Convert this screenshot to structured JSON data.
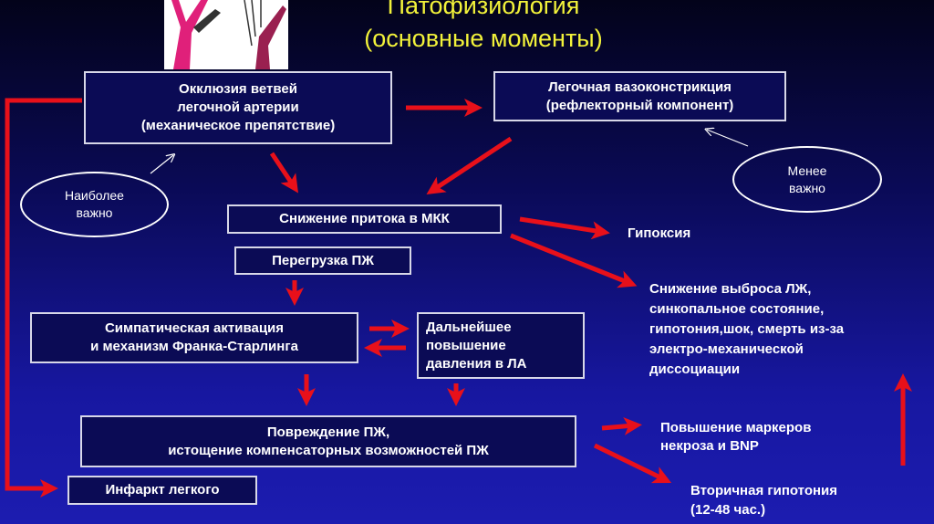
{
  "title": {
    "line1": "Патофизиология",
    "line2": "(основные моменты)"
  },
  "boxes": {
    "occlusion": [
      "Окклюзия ветвей",
      "легочной артерии",
      "(механическое препятствие)"
    ],
    "vasoconstriction": [
      "Легочная вазоконстрикция",
      "(рефлекторный компонент)"
    ],
    "reduced_flow": "Снижение притока в МКК",
    "rv_overload": "Перегрузка ПЖ",
    "sympathetic": [
      "Симпатическая активация",
      "и механизм Франка-Старлинга"
    ],
    "pressure": [
      "Дальнейшее",
      "повышение",
      "давления в ЛА"
    ],
    "rv_damage": [
      "Повреждение ПЖ,",
      "истощение компенсаторных возможностей ПЖ"
    ],
    "infarction": "Инфаркт легкого"
  },
  "ellipses": {
    "most": [
      "Наиболее",
      "важно"
    ],
    "less": [
      "Менее",
      "важно"
    ]
  },
  "outcomes": {
    "hypoxia": "Гипоксия",
    "lv_output": [
      "Снижение выброса ЛЖ,",
      "синкопальное состояние,",
      "гипотония,шок, смерть из-за",
      "электро-механической",
      "диссоциации"
    ],
    "markers": [
      "Повышение маркеров",
      "некроза и BNP"
    ],
    "secondary": [
      "Вторичная гипотония",
      "(12-48 час.)"
    ]
  },
  "colors": {
    "arrow": "#e8101a",
    "title": "#f2f23a"
  }
}
